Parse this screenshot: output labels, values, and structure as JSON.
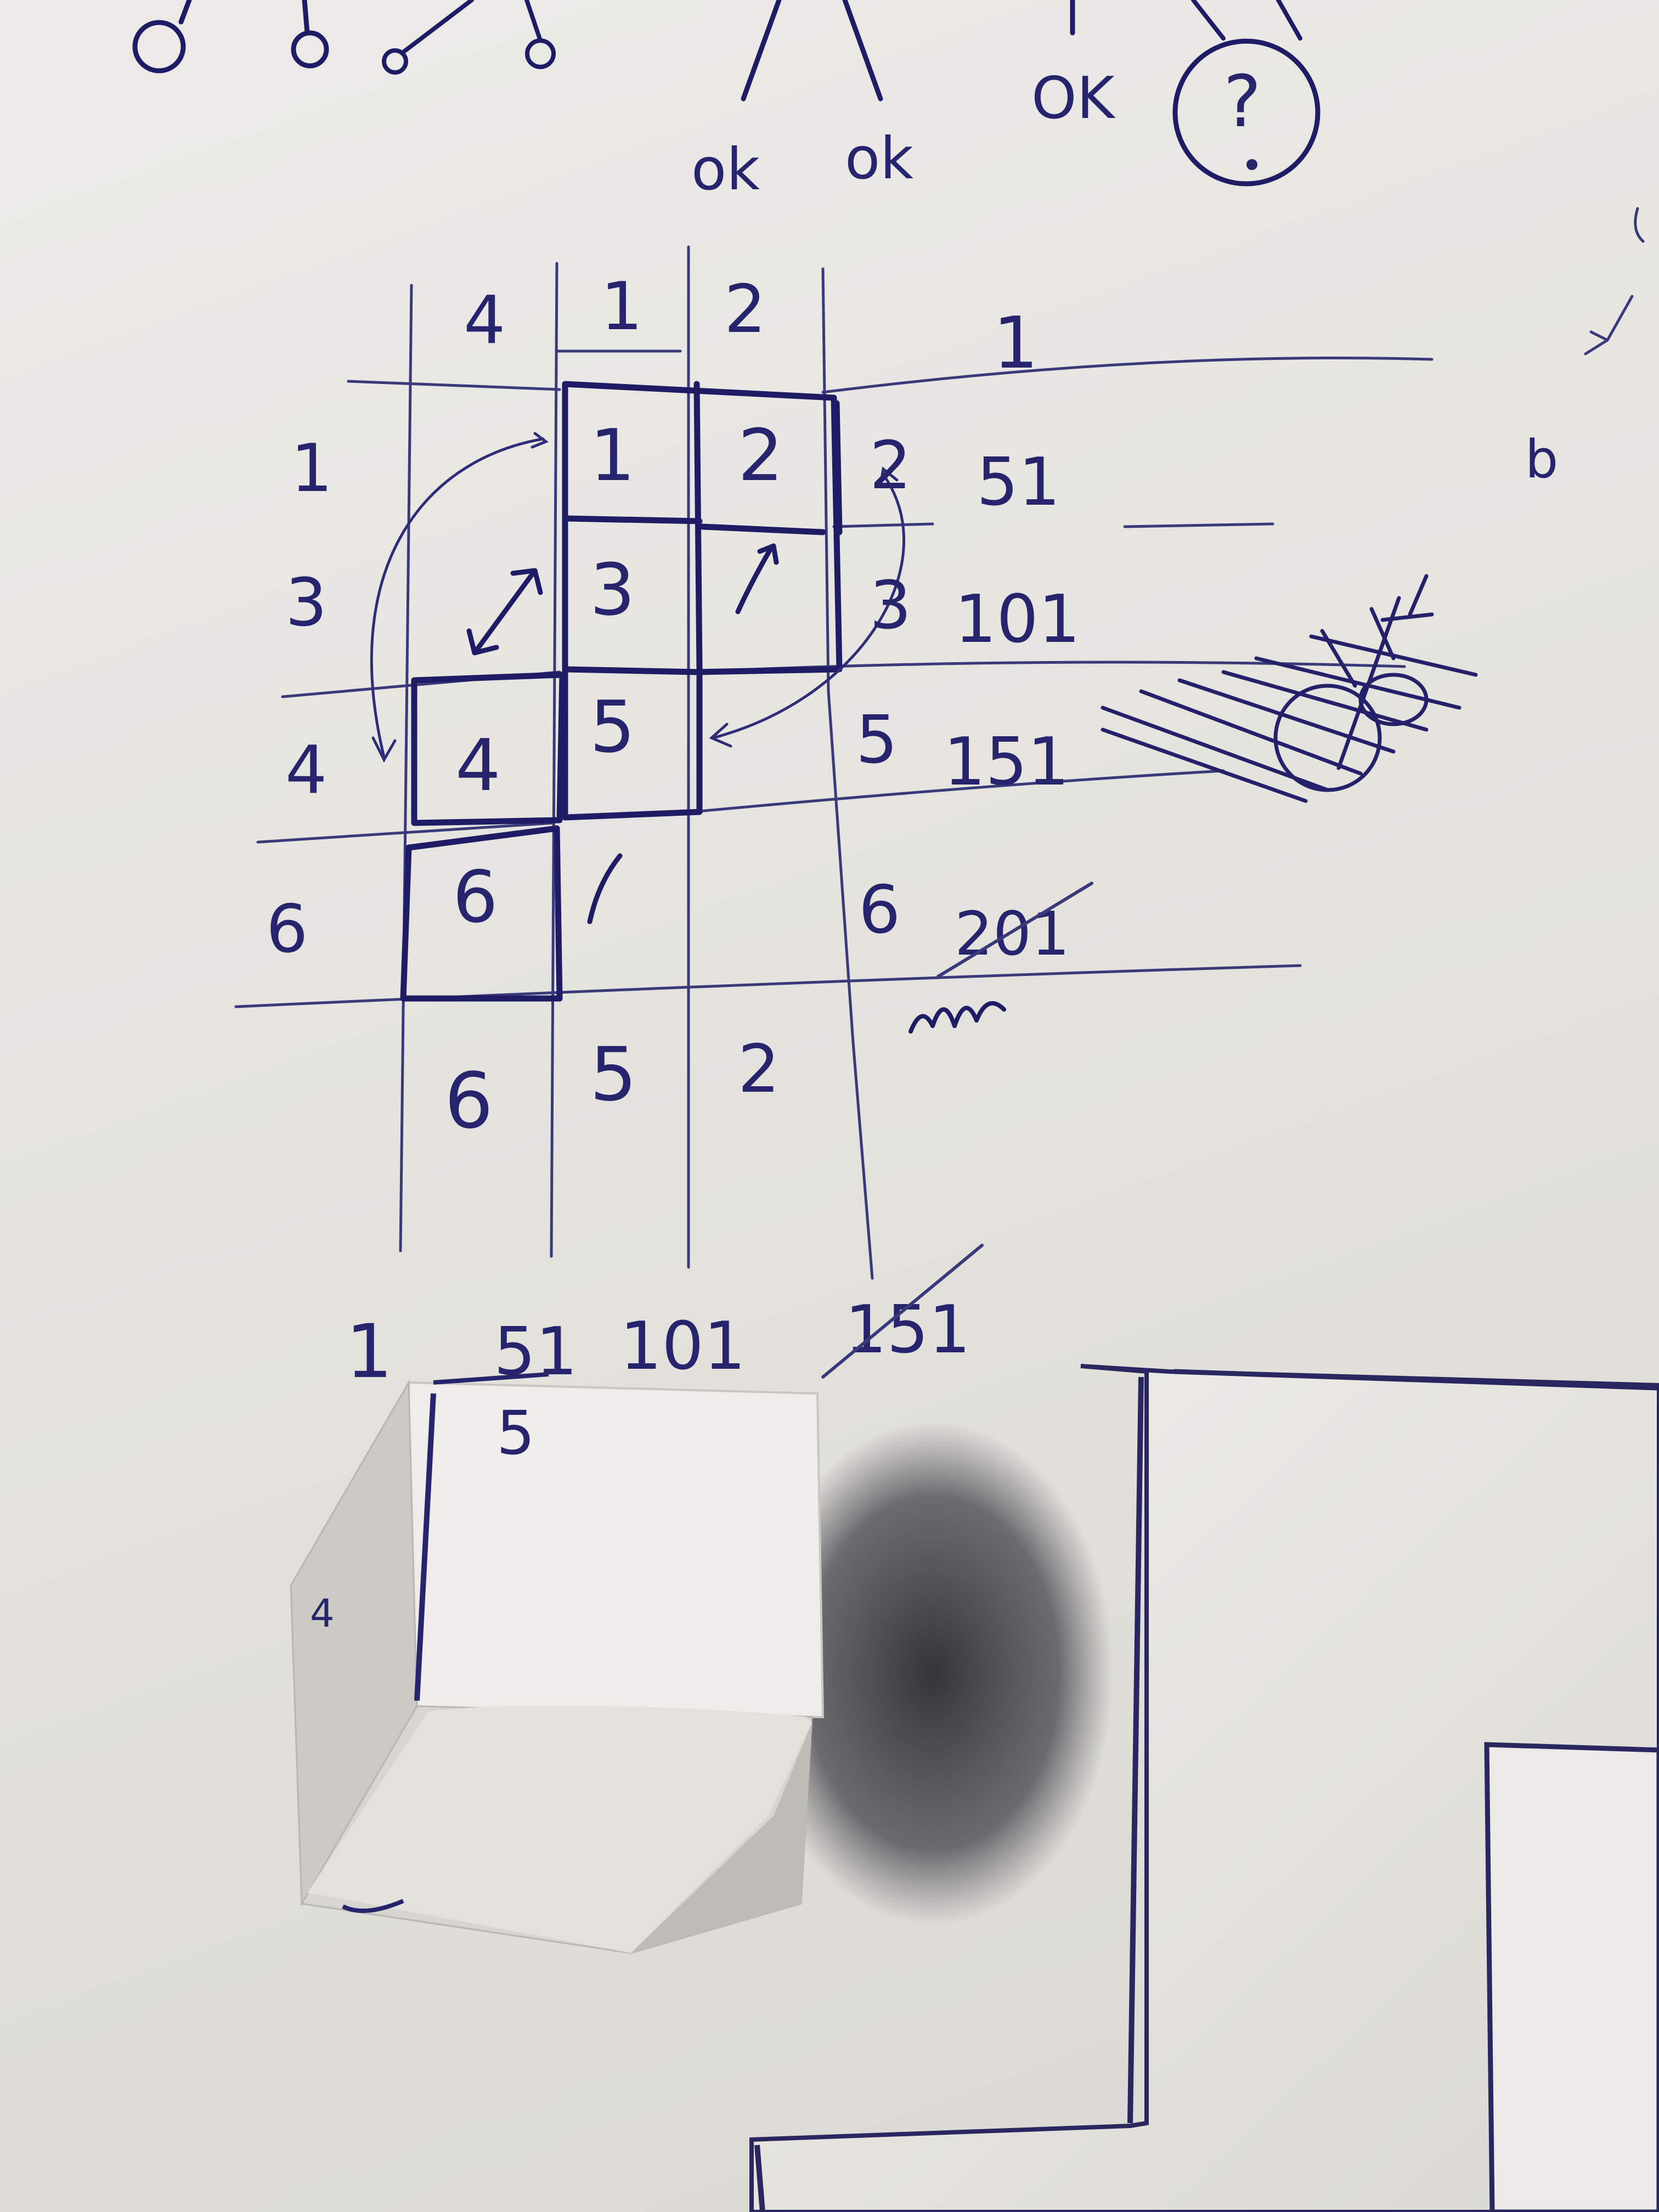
{
  "top_marks": {
    "ok_left": "ok",
    "ok_right": "ok",
    "ok_upper": "OK",
    "question": "?"
  },
  "grid": {
    "header_cols": [
      "4",
      "1",
      "2"
    ],
    "header_right": "1",
    "left_cols": [
      "1",
      "3",
      "4",
      "6"
    ],
    "right_cols": [
      "2",
      "3",
      "5",
      "6"
    ],
    "offsets": [
      "51",
      "101",
      "151",
      "201"
    ],
    "bottom_cols": [
      "6",
      "5",
      "2"
    ],
    "cells": [
      "1",
      "2",
      "3",
      "4",
      "5",
      "6"
    ]
  },
  "footer_numbers": [
    "1",
    "51",
    "101",
    "151"
  ],
  "cube_labels": {
    "top": "5",
    "side": "4"
  },
  "margin_marks": [
    "b"
  ]
}
